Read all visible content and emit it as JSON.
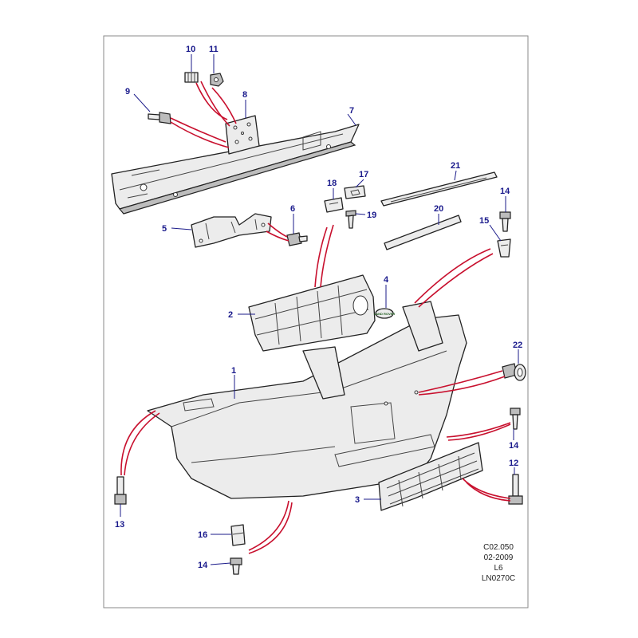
{
  "callouts": {
    "c1": "1",
    "c2": "2",
    "c3": "3",
    "c4": "4",
    "c5": "5",
    "c6": "6",
    "c7": "7",
    "c8": "8",
    "c9": "9",
    "c10": "10",
    "c11": "11",
    "c12": "12",
    "c13": "13",
    "c14a": "14",
    "c14b": "14",
    "c14c": "14",
    "c15": "15",
    "c16": "16",
    "c17": "17",
    "c18": "18",
    "c19": "19",
    "c20": "20",
    "c21": "21",
    "c22": "22"
  },
  "badge_text": "LAND ROVER",
  "reference": {
    "section": "C02.050",
    "date": "02-2009",
    "model": "L6",
    "drawing": "LN0270C"
  },
  "colors": {
    "callout": "#1a1a8c",
    "link_lines": "#c8102e",
    "frame": "#8a8a8a"
  }
}
